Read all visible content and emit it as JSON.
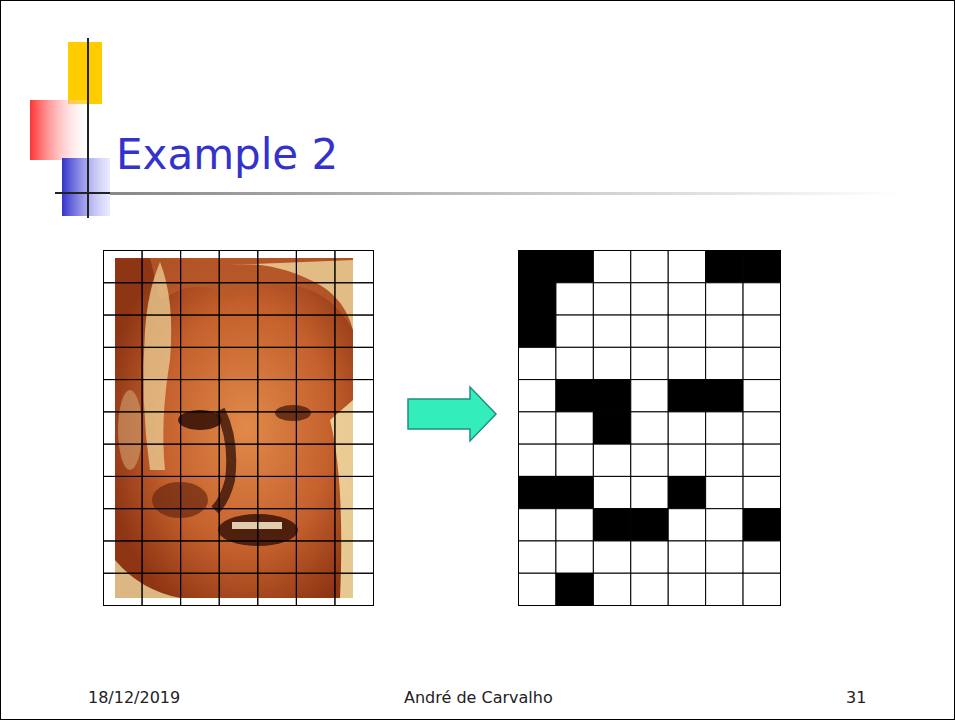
{
  "diagram": {
    "title": "Example 2",
    "labels": [
      "18/12/2019",
      "André de Carvalho",
      "31"
    ]
  }
}
